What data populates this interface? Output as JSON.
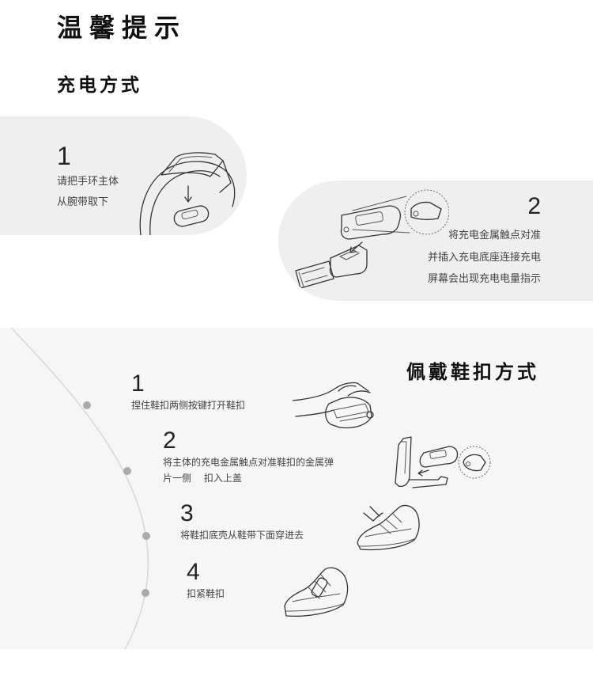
{
  "title": "温馨提示",
  "charging": {
    "heading": "充电方式",
    "steps": [
      {
        "num": "1",
        "lines": [
          "请把手环主体",
          "从腕带取下"
        ]
      },
      {
        "num": "2",
        "lines": [
          "将充电金属触点对准",
          "并插入充电底座连接充电",
          "屏幕会出现充电电量指示"
        ]
      }
    ]
  },
  "wearing": {
    "heading": "佩戴鞋扣方式",
    "steps": [
      {
        "num": "1",
        "lines": [
          "捏住鞋扣两侧按键打开鞋扣"
        ]
      },
      {
        "num": "2",
        "lines": [
          "将主体的充电金属触点对准鞋扣的金属弹",
          "片一侧　 扣入上盖"
        ]
      },
      {
        "num": "3",
        "lines": [
          "将鞋扣底壳从鞋带下面穿进去"
        ]
      },
      {
        "num": "4",
        "lines": [
          "扣紧鞋扣"
        ]
      }
    ]
  },
  "icons": [
    "wristband-illustration",
    "charger-illustration",
    "shoe-clip-open-illustration",
    "clip-insert-illustration",
    "shoe-lace-illustration",
    "shoe-clipped-illustration"
  ]
}
